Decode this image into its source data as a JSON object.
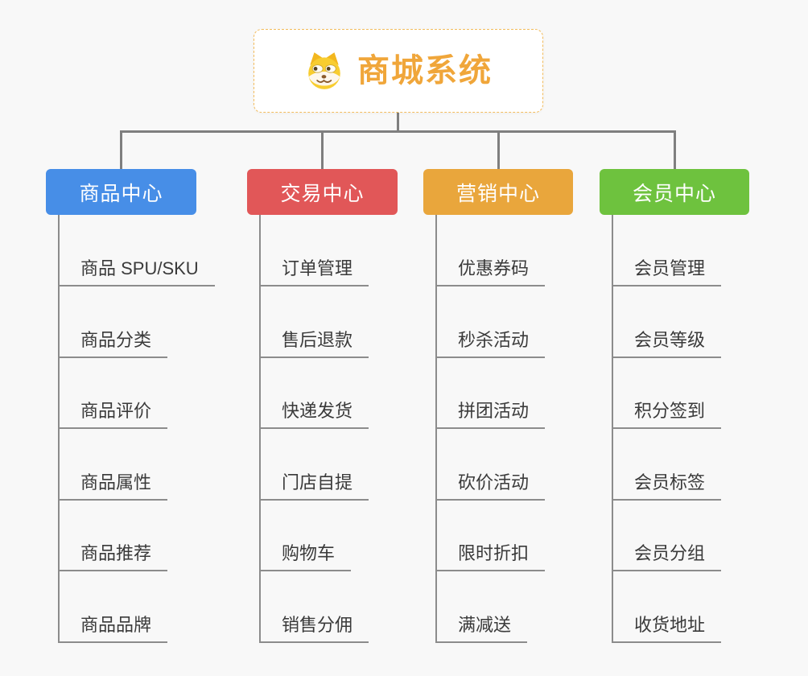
{
  "background": "#f8f8f8",
  "connector_color": "#7f7f7f",
  "underline_color": "#8c8c8c",
  "root": {
    "title": "商城系统",
    "title_color": "#f0a63a",
    "border_color": "#f3bc5c",
    "icon": "dog-face-icon"
  },
  "branches": [
    {
      "label": "商品中心",
      "color": "#478ee7",
      "items": [
        "商品 SPU/SKU",
        "商品分类",
        "商品评价",
        "商品属性",
        "商品推荐",
        "商品品牌"
      ]
    },
    {
      "label": "交易中心",
      "color": "#e15758",
      "items": [
        "订单管理",
        "售后退款",
        "快递发货",
        "门店自提",
        "购物车",
        "销售分佣"
      ]
    },
    {
      "label": "营销中心",
      "color": "#e9a63c",
      "items": [
        "优惠券码",
        "秒杀活动",
        "拼团活动",
        "砍价活动",
        "限时折扣",
        "满减送"
      ]
    },
    {
      "label": "会员中心",
      "color": "#6ec23e",
      "items": [
        "会员管理",
        "会员等级",
        "积分签到",
        "会员标签",
        "会员分组",
        "收货地址"
      ]
    }
  ]
}
